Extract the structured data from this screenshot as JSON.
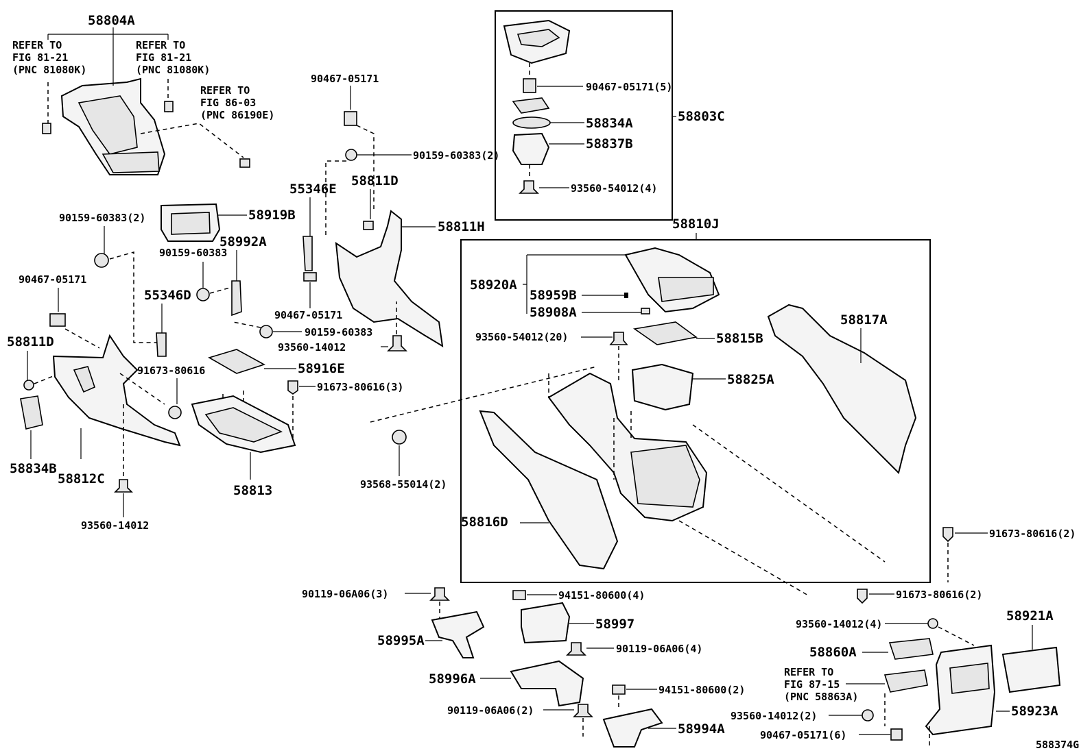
{
  "diagram": {
    "code": "588374G",
    "callouts": {
      "c58804A": "58804A",
      "refer1": [
        "REFER TO",
        "FIG 81-21",
        "(PNC 81080K)"
      ],
      "refer2": [
        "REFER TO",
        "FIG 81-21",
        "(PNC 81080K)"
      ],
      "refer3": [
        "REFER TO",
        "FIG 86-03",
        "(PNC 86190E)"
      ],
      "refer4": [
        "REFER TO",
        "FIG 87-15",
        "(PNC 58863A)"
      ],
      "c90467_05171_a": "90467-05171",
      "c90159_60383_2_a": "90159-60383(2)",
      "c55346E": "55346E",
      "c58811D_a": "58811D",
      "c58811H": "58811H",
      "c90159_60383_2_b": "90159-60383(2)",
      "c58919B": "58919B",
      "c90159_60383_a": "90159-60383",
      "c58992A": "58992A",
      "c90467_05171_b": "90467-05171",
      "c55346D": "55346D",
      "c90467_05171_c": "90467-05171",
      "c90159_60383_b": "90159-60383",
      "c93560_14012_a": "93560-14012",
      "c58811D_b": "58811D",
      "c91673_80616": "91673-80616",
      "c58916E": "58916E",
      "c91673_80616_3": "91673-80616(3)",
      "c58834B": "58834B",
      "c58812C": "58812C",
      "c58813": "58813",
      "c93560_14012_b": "93560-14012",
      "c93568_55014_2": "93568-55014(2)",
      "c90467_05171_5": "90467-05171(5)",
      "c58834A": "58834A",
      "c58837B": "58837B",
      "c58803C": "58803C",
      "c93560_54012_4": "93560-54012(4)",
      "c58810J": "58810J",
      "c58920A": "58920A",
      "c58959B": "58959B",
      "c58908A": "58908A",
      "c93560_54012_20": "93560-54012(20)",
      "c58815B": "58815B",
      "c58825A": "58825A",
      "c58817A": "58817A",
      "c58816D": "58816D",
      "c91673_80616_2_a": "91673-80616(2)",
      "c91673_80616_2_b": "91673-80616(2)",
      "c90119_06A06_3": "90119-06A06(3)",
      "c94151_80600_4": "94151-80600(4)",
      "c58997": "58997",
      "c58995A": "58995A",
      "c90119_06A06_4": "90119-06A06(4)",
      "c58996A": "58996A",
      "c94151_80600_2": "94151-80600(2)",
      "c90119_06A06_2": "90119-06A06(2)",
      "c58994A": "58994A",
      "c93560_14012_4": "93560-14012(4)",
      "c58921A": "58921A",
      "c58860A": "58860A",
      "c93560_14012_2": "93560-14012(2)",
      "c58923A": "58923A",
      "c90467_05171_6": "90467-05171(6)"
    }
  }
}
